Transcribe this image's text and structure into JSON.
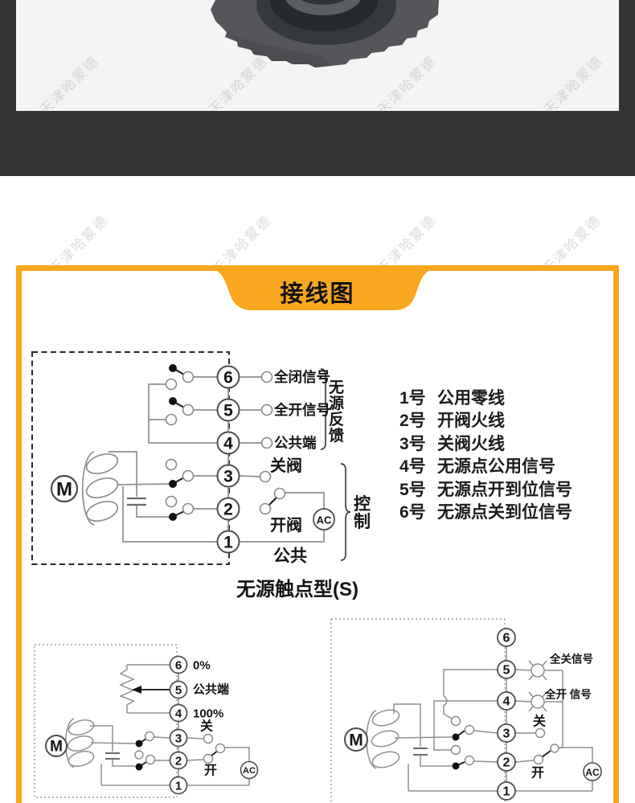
{
  "watermark": {
    "text": "天津哈蒙德"
  },
  "card": {
    "title": "接线图",
    "caption": "无源触点型(S)"
  },
  "legend": {
    "items": [
      {
        "num": "1号",
        "text": "公用零线"
      },
      {
        "num": "2号",
        "text": "开阀火线"
      },
      {
        "num": "3号",
        "text": "关阀火线"
      },
      {
        "num": "4号",
        "text": "无源点公用信号"
      },
      {
        "num": "5号",
        "text": "无源点开到位信号"
      },
      {
        "num": "6号",
        "text": "无源点关到位信号"
      }
    ]
  },
  "diagram_main": {
    "terminals": [
      "6",
      "5",
      "4",
      "3",
      "2",
      "1"
    ],
    "t6_label": "全闭信号",
    "t5_label": "全开信号",
    "t4_label": "公共端",
    "t3_label": "关阀",
    "t2_label": "开阀",
    "t1_label": "公共",
    "feedback_group_label": "无源反馈",
    "control_group_label": "控制",
    "motor_label": "M",
    "ac_label": "AC"
  },
  "diagram_percent": {
    "terminals": [
      "6",
      "5",
      "4",
      "3",
      "2",
      "1"
    ],
    "t6_label": "0%",
    "t5_label": "公共端",
    "t4_label": "100%",
    "t3_label": "关",
    "t2_label": "开",
    "motor_label": "M",
    "ac_label": "AC"
  },
  "diagram_lamp": {
    "terminals": [
      "6",
      "5",
      "4",
      "3",
      "2",
      "1"
    ],
    "t5_label": "全关信号",
    "t4_label": "全开 信号",
    "t3_label": "关",
    "t2_label": "开",
    "motor_label": "M",
    "ac_label": "AC"
  },
  "colors": {
    "accent_orange": "#F9A71E",
    "band_dark": "#363636",
    "line_gray": "#8F8F8F"
  }
}
